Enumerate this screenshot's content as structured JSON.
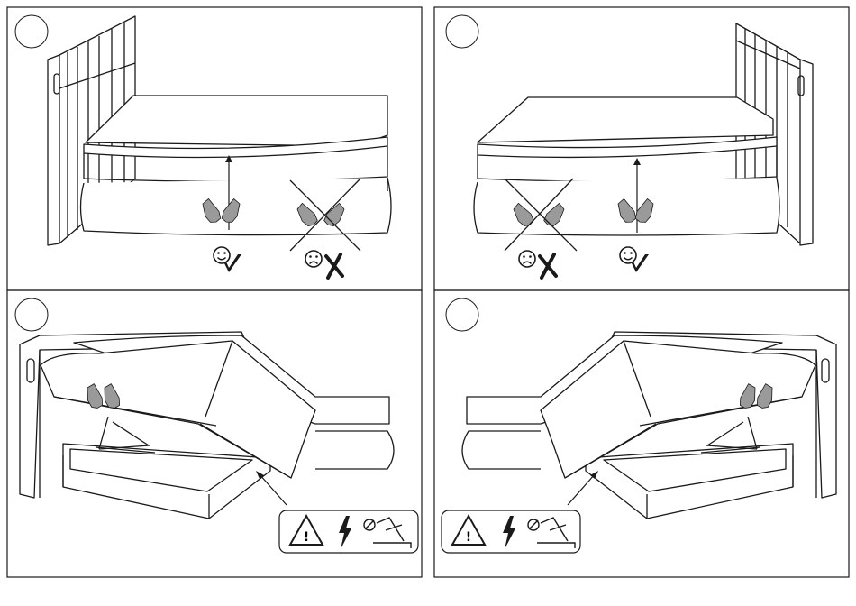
{
  "page": {
    "background": "#ffffff",
    "line_color": "#1a1a1a",
    "hand_fill": "#9a9a9a",
    "warning_label": "!"
  },
  "panels": [
    {
      "id": "panel-1",
      "step_label": "",
      "content": "correct-lift-from-mattress-edge-vs-wrong-lift-from-base",
      "icons": [
        "smiley-icon",
        "check-icon",
        "frown-icon",
        "cross-icon",
        "up-arrow-icon",
        "hand-icon"
      ]
    },
    {
      "id": "panel-2",
      "step_label": "",
      "content": "mirrored-correct-vs-wrong-lift",
      "icons": [
        "frown-icon",
        "cross-icon",
        "smiley-icon",
        "check-icon",
        "up-arrow-icon",
        "hand-icon"
      ]
    },
    {
      "id": "panel-3",
      "step_label": "",
      "content": "storage-bed-opened-with-gas-strut-warning",
      "icons": [
        "warning-triangle-icon",
        "lightning-icon",
        "no-hand-strut-icon",
        "hand-icon"
      ]
    },
    {
      "id": "panel-4",
      "step_label": "",
      "content": "mirrored-storage-bed-opened-with-warning",
      "icons": [
        "warning-triangle-icon",
        "lightning-icon",
        "no-hand-strut-icon",
        "hand-icon"
      ]
    }
  ]
}
